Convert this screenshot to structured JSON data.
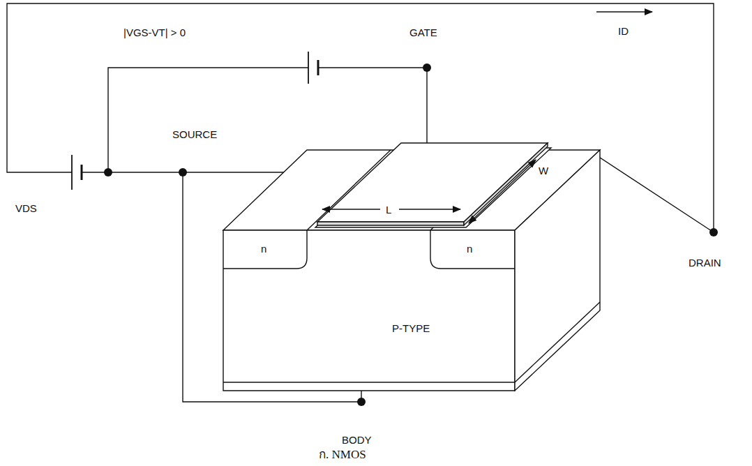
{
  "diagram": {
    "caption": "ก. NMOS",
    "labels": [
      "|VGS-VT| > 0",
      "GATE",
      "ID",
      "SOURCE",
      "VDS",
      "DRAIN",
      "L",
      "W",
      "n",
      "n",
      "P-TYPE",
      "BODY"
    ]
  }
}
